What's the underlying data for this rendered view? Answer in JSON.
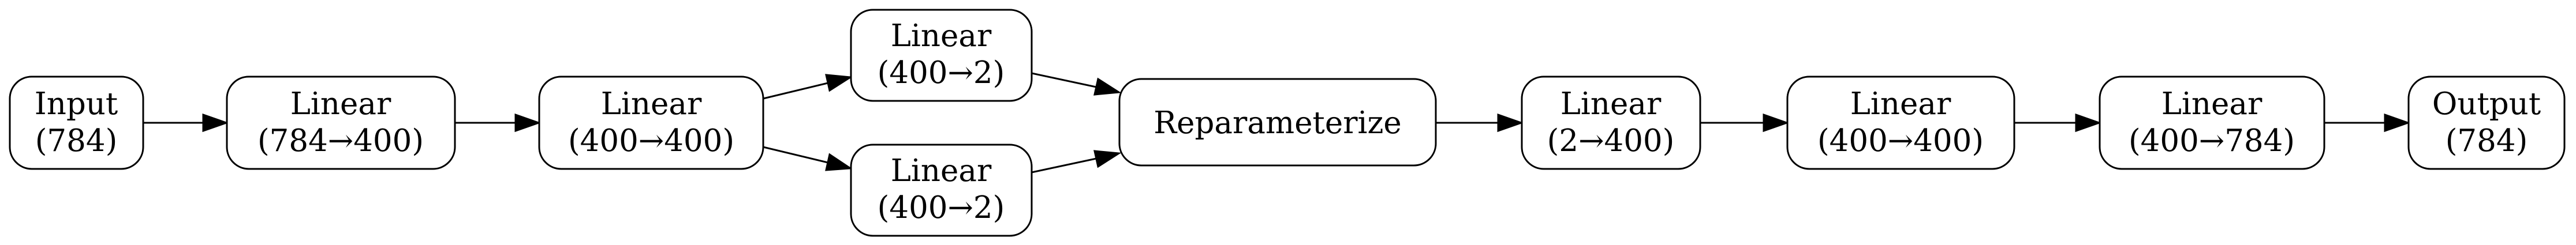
{
  "diagram": {
    "nodes": {
      "input": {
        "line1": "Input",
        "line2": "(784)"
      },
      "enc1": {
        "line1": "Linear",
        "line2": "(784→400)"
      },
      "enc2": {
        "line1": "Linear",
        "line2": "(400→400)"
      },
      "mu": {
        "line1": "Linear",
        "line2": "(400→2)"
      },
      "logvar": {
        "line1": "Linear",
        "line2": "(400→2)"
      },
      "reparam": {
        "line1": "Reparameterize"
      },
      "dec1": {
        "line1": "Linear",
        "line2": "(2→400)"
      },
      "dec2": {
        "line1": "Linear",
        "line2": "(400→400)"
      },
      "dec3": {
        "line1": "Linear",
        "line2": "(400→784)"
      },
      "output": {
        "line1": "Output",
        "line2": "(784)"
      }
    },
    "edges": [
      {
        "from": "input",
        "to": "enc1"
      },
      {
        "from": "enc1",
        "to": "enc2"
      },
      {
        "from": "enc2",
        "to": "mu"
      },
      {
        "from": "enc2",
        "to": "logvar"
      },
      {
        "from": "mu",
        "to": "reparam"
      },
      {
        "from": "logvar",
        "to": "reparam"
      },
      {
        "from": "reparam",
        "to": "dec1"
      },
      {
        "from": "dec1",
        "to": "dec2"
      },
      {
        "from": "dec2",
        "to": "dec3"
      },
      {
        "from": "dec3",
        "to": "output"
      }
    ]
  }
}
